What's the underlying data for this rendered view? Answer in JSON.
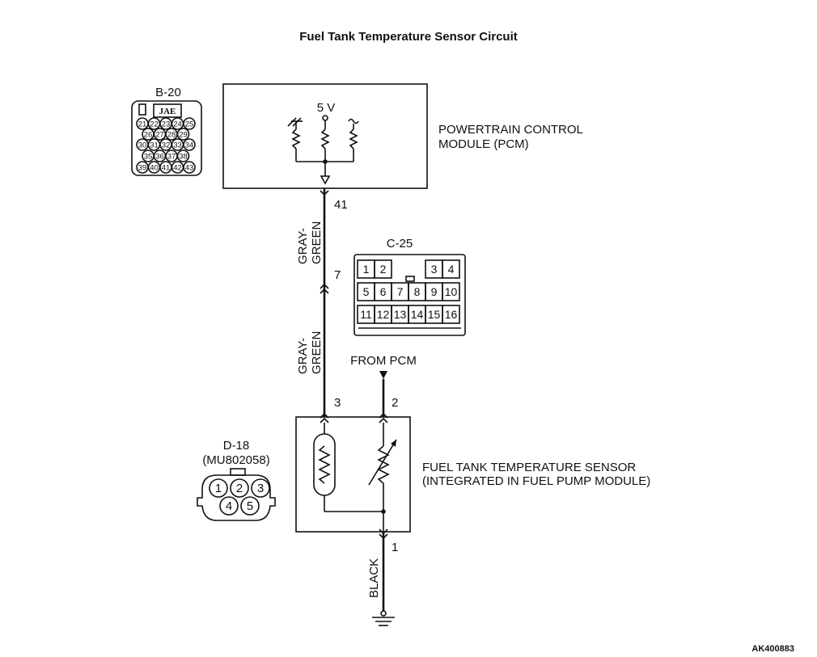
{
  "title": "Fuel Tank Temperature Sensor Circuit",
  "figure_id": "AK400883",
  "pcm": {
    "label_line1": "POWERTRAIN CONTROL",
    "label_line2": "MODULE (PCM)",
    "voltage": "5 V"
  },
  "sensor": {
    "label_line1": "FUEL TANK TEMPERATURE SENSOR",
    "label_line2": "(INTEGRATED IN FUEL PUMP MODULE)"
  },
  "wires": {
    "upper_color_line1": "GRAY-",
    "upper_color_line2": "GREEN",
    "lower_color_line1": "GRAY-",
    "lower_color_line2": "GREEN",
    "ground_color": "BLACK",
    "from_pcm": "FROM PCM"
  },
  "pins": {
    "pcm_pin": "41",
    "junction_pin": "7",
    "sensor_signal_pin": "3",
    "sensor_pcm_pin": "2",
    "sensor_ground_pin": "1"
  },
  "connector_b20": {
    "name": "B-20",
    "maker": "JAE",
    "rows": [
      [
        "21",
        "22",
        "23",
        "24",
        "25"
      ],
      [
        "26",
        "27",
        "28",
        "29"
      ],
      [
        "30",
        "31",
        "32",
        "33",
        "34"
      ],
      [
        "35",
        "36",
        "37",
        "38"
      ],
      [
        "39",
        "40",
        "41",
        "42",
        "43"
      ]
    ]
  },
  "connector_c25": {
    "name": "C-25",
    "rows": [
      [
        "1",
        "2",
        "",
        "",
        "3",
        "4"
      ],
      [
        "5",
        "6",
        "7",
        "8",
        "9",
        "10"
      ],
      [
        "11",
        "12",
        "13",
        "14",
        "15",
        "16"
      ]
    ]
  },
  "connector_d18": {
    "name": "D-18",
    "part_no": "(MU802058)",
    "pins": [
      "1",
      "2",
      "3",
      "4",
      "5"
    ]
  }
}
